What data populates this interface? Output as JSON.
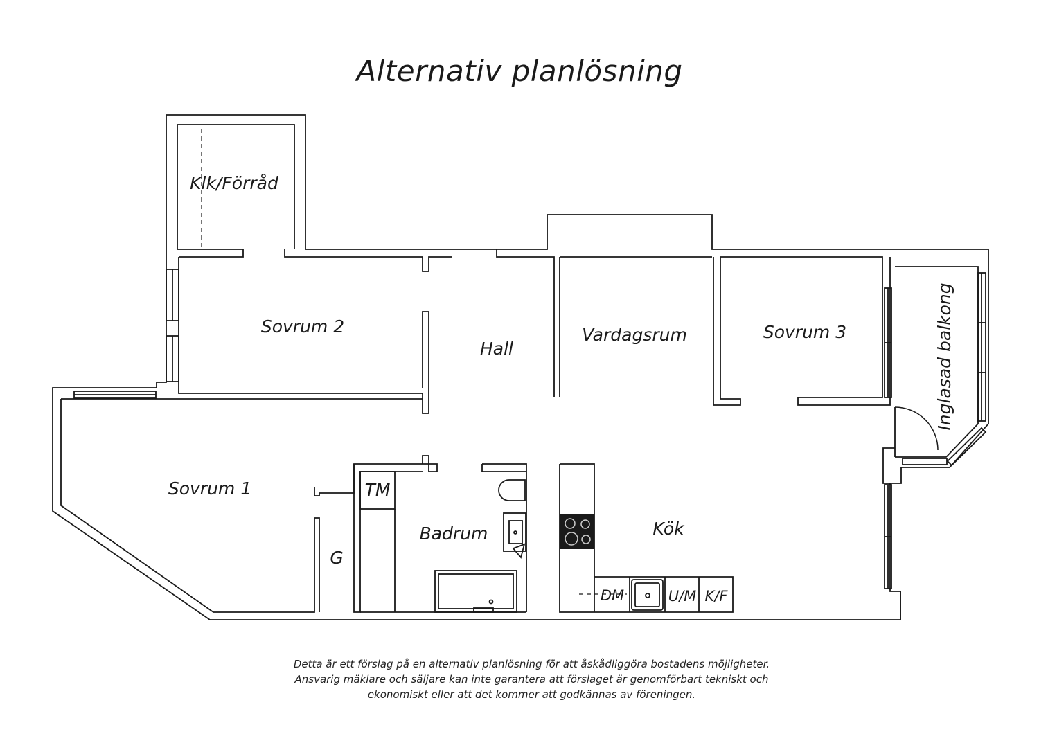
{
  "title": "Alternativ planlösning",
  "rooms": {
    "klk_forrad": "Klk/Förråd",
    "sovrum2": "Sovrum 2",
    "hall": "Hall",
    "vardagsrum": "Vardagsrum",
    "sovrum3": "Sovrum 3",
    "balkong": "Inglasad balkong",
    "sovrum1": "Sovrum 1",
    "tm": "TM",
    "g": "G",
    "badrum": "Badrum",
    "kok": "Kök",
    "dm": "DM",
    "um": "U/M",
    "kf": "K/F"
  },
  "disclaimer": {
    "line1": "Detta är ett förslag på en alternativ planlösning för att åskådliggöra bostadens möjligheter.",
    "line2": "Ansvarig mäklare och säljare kan inte garantera att förslaget är genomförbart tekniskt och",
    "line3": "ekonomiskt eller att det kommer att godkännas av föreningen."
  }
}
